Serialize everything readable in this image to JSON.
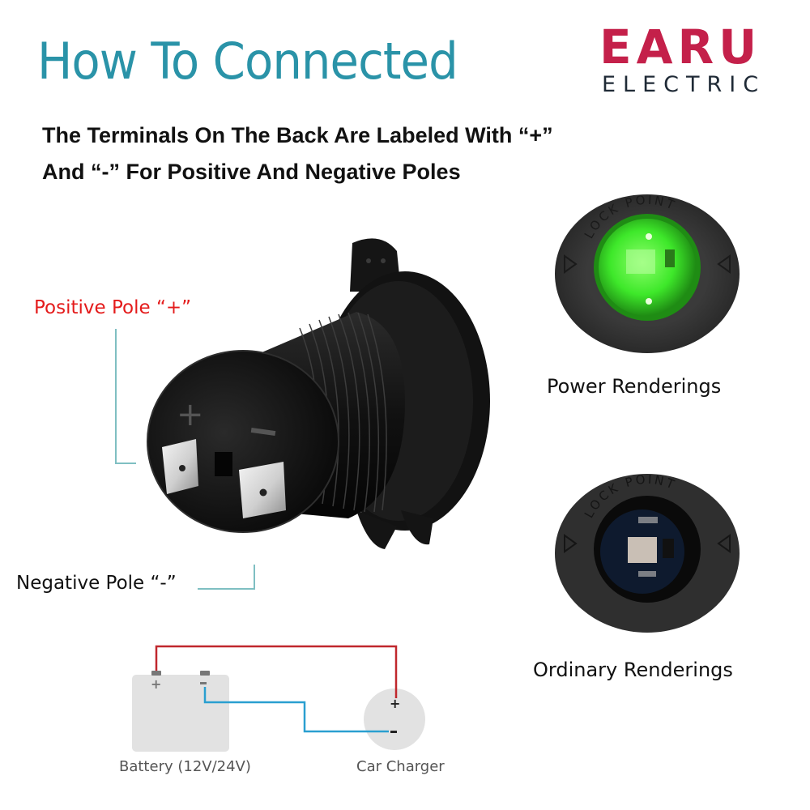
{
  "header": {
    "title": "How To Connected",
    "subtitle_line1": "The Terminals On The Back Are Labeled With “+”",
    "subtitle_line2": "And “-” For Positive And Negative Poles"
  },
  "logo": {
    "brand": "EARU",
    "tagline": "ELECTRIC",
    "brand_color": "#c4204a",
    "tagline_color": "#1f2a36"
  },
  "product": {
    "positive_label": "Positive Pole “+”",
    "negative_label": "Negative Pole “-”",
    "terminal_plus_mark": "+",
    "terminal_minus_mark": "−",
    "positive_label_color": "#e41b1b",
    "leader_line_color": "#7fbfc2"
  },
  "renderings": [
    {
      "caption": "Power Renderings",
      "ring_text": "LOCK POINT",
      "state": "lit",
      "glow_color": "#3ee82a"
    },
    {
      "caption": "Ordinary Renderings",
      "ring_text": "LOCK POINT",
      "state": "off"
    }
  ],
  "wiring_diagram": {
    "battery_label": "Battery (12V/24V)",
    "charger_label": "Car Charger",
    "battery_plus": "+",
    "battery_minus": "−",
    "charger_plus": "+",
    "charger_minus": "-",
    "positive_wire_color": "#c0272d",
    "negative_wire_color": "#2a9fd0"
  },
  "colors": {
    "title": "#2a93a8",
    "background": "#ffffff"
  }
}
